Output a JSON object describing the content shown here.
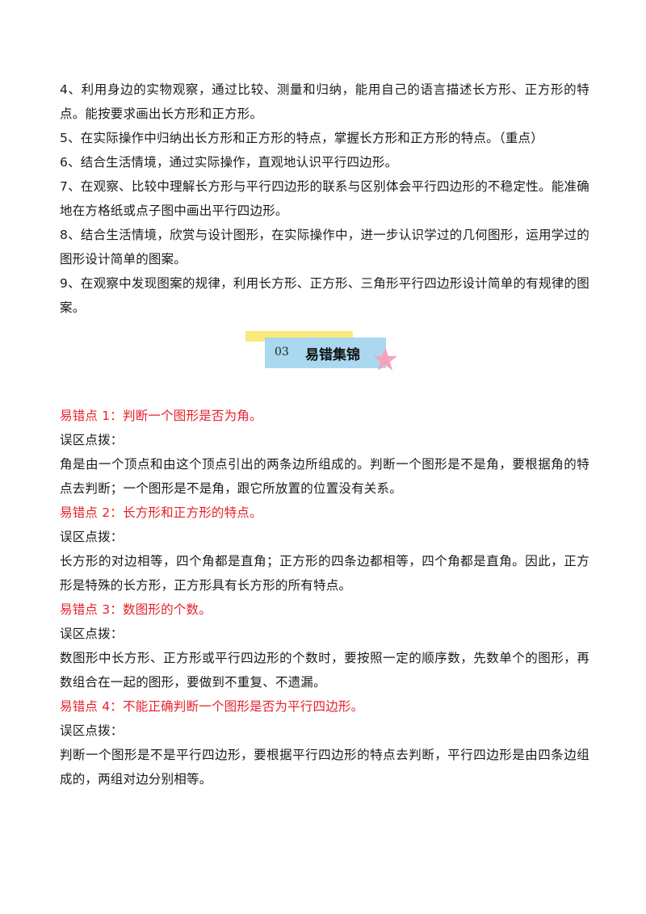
{
  "objectives": [
    "4、利用身边的实物观察，通过比较、测量和归纳，能用自己的语言描述长方形、正方形的特点。能按要求画出长方形和正方形。",
    "5、在实际操作中归纳出长方形和正方形的特点，掌握长方形和正方形的特点。（重点）",
    "6、结合生活情境，通过实际操作，直观地认识平行四边形。",
    "7、在观察、比较中理解长方形与平行四边形的联系与区别体会平行四边形的不稳定性。能准确地在方格纸或点子图中画出平行四边形。",
    "8、结合生活情境，欣赏与设计图形，在实际操作中，进一步认识学过的几何图形，运用学过的图形设计简单的图案。",
    "9、在观察中发现图案的规律，利用长方形、正方形、三角形平行四边形设计简单的有规律的图案。"
  ],
  "section": {
    "number": "03",
    "title": "易错集锦"
  },
  "mistakes": [
    {
      "heading": "易错点 1：判断一个图形是否为角。",
      "tip_label": "误区点拨：",
      "text": "角是由一个顶点和由这个顶点引出的两条边所组成的。判断一个图形是不是角，要根据角的特点去判断；一个图形是不是角，跟它所放置的位置没有关系。"
    },
    {
      "heading": "易错点 2：长方形和正方形的特点。",
      "tip_label": "误区点拨：",
      "text": "长方形的对边相等，四个角都是直角；正方形的四条边都相等，四个角都是直角。因此，正方形是特殊的长方形，正方形具有长方形的所有特点。"
    },
    {
      "heading": "易错点 3：数图形的个数。",
      "tip_label": "误区点拨：",
      "text": "数图形中长方形、正方形或平行四边形的个数时，要按照一定的顺序数，先数单个的图形，再数组合在一起的图形，要做到不重复、不遗漏。"
    },
    {
      "heading": "易错点 4：不能正确判断一个图形是否为平行四边形。",
      "tip_label": "误区点拨：",
      "text": "判断一个图形是不是平行四边形，要根据平行四边形的特点去判断，平行四边形是由四条边组成的，两组对边分别相等。"
    }
  ],
  "colors": {
    "heading_red": "#e8202a",
    "banner_yellow": "#fce77a",
    "banner_blue": "#a9d8ef",
    "star_pink": "#f5a3bd"
  }
}
